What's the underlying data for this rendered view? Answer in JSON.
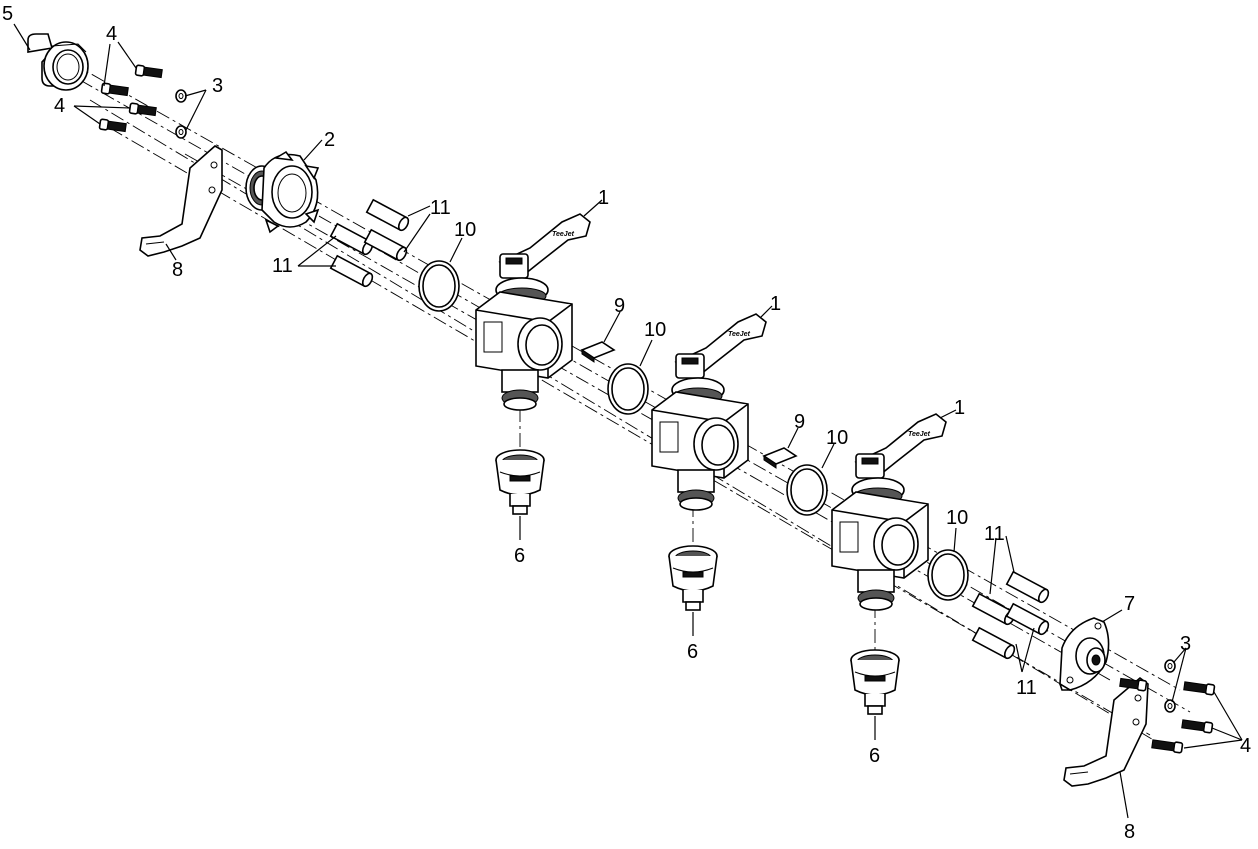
{
  "diagram": {
    "type": "exploded-parts-assembly",
    "callouts": {
      "c1a": "1",
      "c1b": "1",
      "c1c": "1",
      "c2": "2",
      "c3a": "3",
      "c3b": "3",
      "c4a": "4",
      "c4b": "4",
      "c4c": "4",
      "c5": "5",
      "c6a": "6",
      "c6b": "6",
      "c6c": "6",
      "c7": "7",
      "c8a": "8",
      "c8b": "8",
      "c9a": "9",
      "c9b": "9",
      "c10a": "10",
      "c10b": "10",
      "c10c": "10",
      "c10d": "10",
      "c11a": "11",
      "c11b": "11",
      "c11c": "11",
      "c11d": "11"
    }
  }
}
